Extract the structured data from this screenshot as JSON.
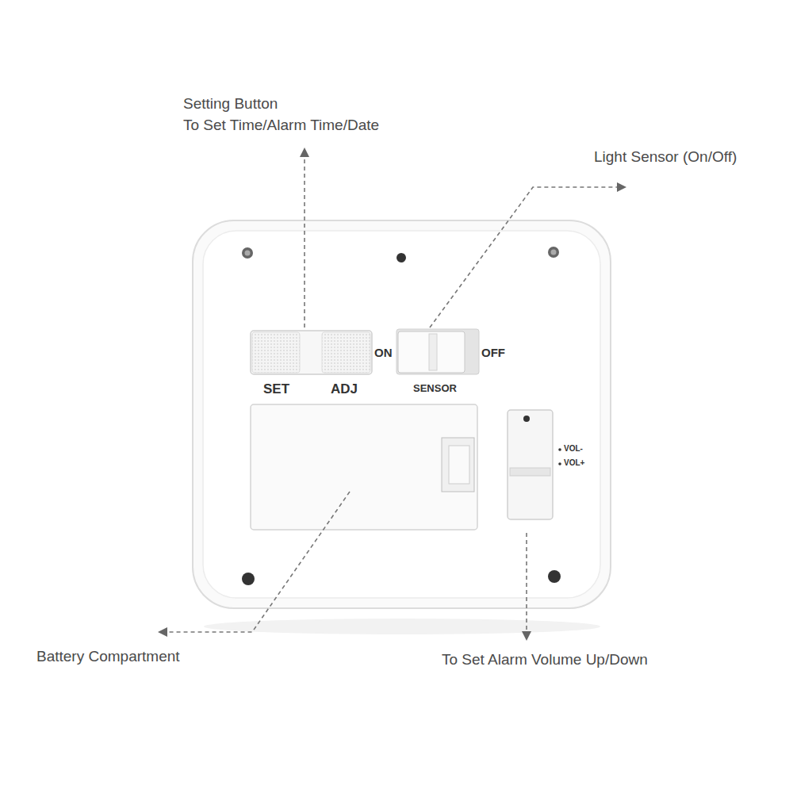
{
  "diagram": {
    "labels": [
      "Setting Button",
      "To Set Time/Alarm Time/Date",
      "Light Sensor (On/Off)",
      "Battery Compartment",
      "To Set Alarm Volume Up/Down",
      "SET",
      "ADJ",
      "ON",
      "SENSOR",
      "OFF",
      "VOL-",
      "VOL+"
    ]
  }
}
